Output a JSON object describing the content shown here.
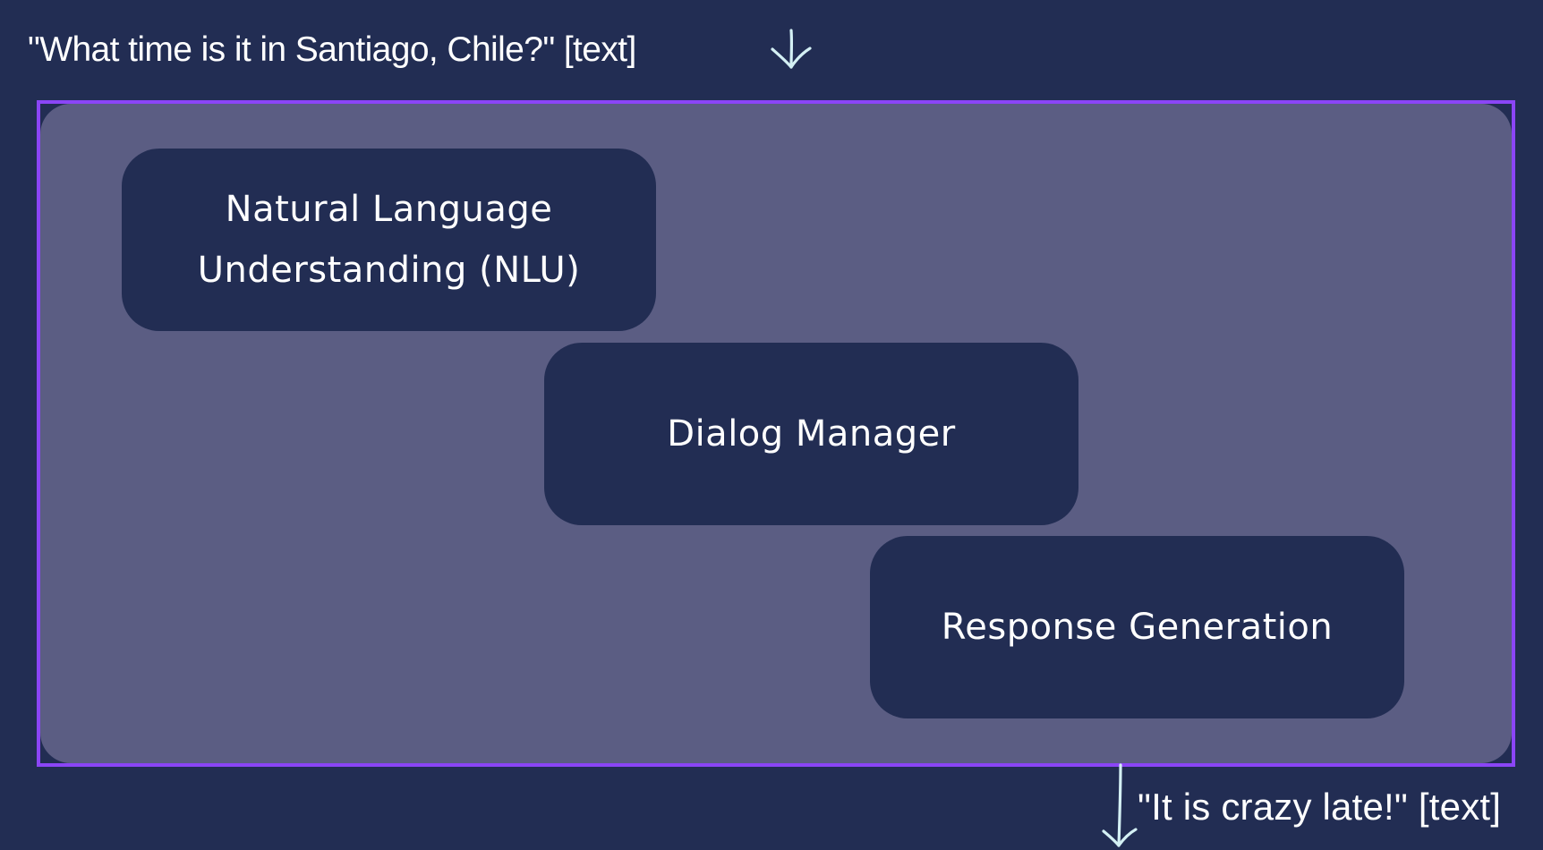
{
  "diagram": {
    "type": "pipeline",
    "input": {
      "label": "\"What time is it in Santiago, Chile?\" [text]",
      "arrow_icon": "arrow-down-icon"
    },
    "stages": [
      {
        "id": "nlu",
        "line1": "Natural Language",
        "line2": "Understanding (NLU)"
      },
      {
        "id": "dialog",
        "label": "Dialog Manager"
      },
      {
        "id": "response",
        "label": "Response Generation"
      }
    ],
    "output": {
      "label": "\"It is crazy late!\" [text]",
      "arrow_icon": "arrow-down-icon"
    },
    "colors": {
      "background": "#222d53",
      "panel": "#5b5d83",
      "frame_border": "#8b45f6",
      "stage_fill": "#222d53",
      "arrow": "#d4f0f4",
      "text": "#ffffff"
    }
  }
}
